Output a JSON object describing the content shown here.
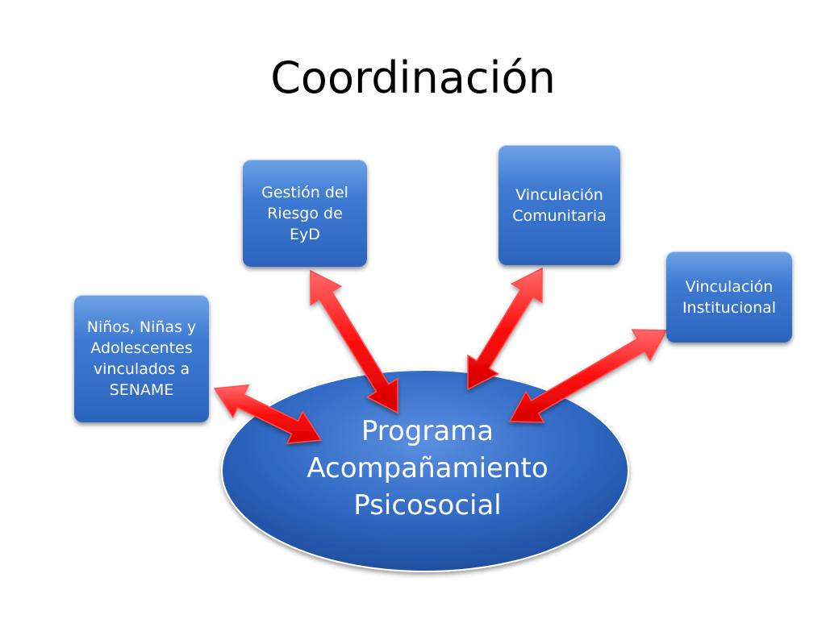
{
  "slide": {
    "title": "Coordinación"
  },
  "diagram": {
    "center": {
      "line1": "Programa",
      "line2": "Acompañamiento",
      "line3": "Psicosocial"
    },
    "nodes": {
      "ninos": [
        "Niños, Niñas y",
        "Adolescentes",
        "vinculados a",
        "SENAME"
      ],
      "gestion": [
        "Gestión del",
        "Riesgo de",
        "EyD"
      ],
      "comunitaria": [
        "Vinculación",
        "Comunitaria"
      ],
      "institucional": [
        "Vinculación",
        "Institucional"
      ]
    },
    "colors": {
      "box_fill": "#3f7bd3",
      "ellipse_fill": "#2f68c3",
      "arrow_fill": "#ff1a1a",
      "text": "#ffffff"
    }
  }
}
